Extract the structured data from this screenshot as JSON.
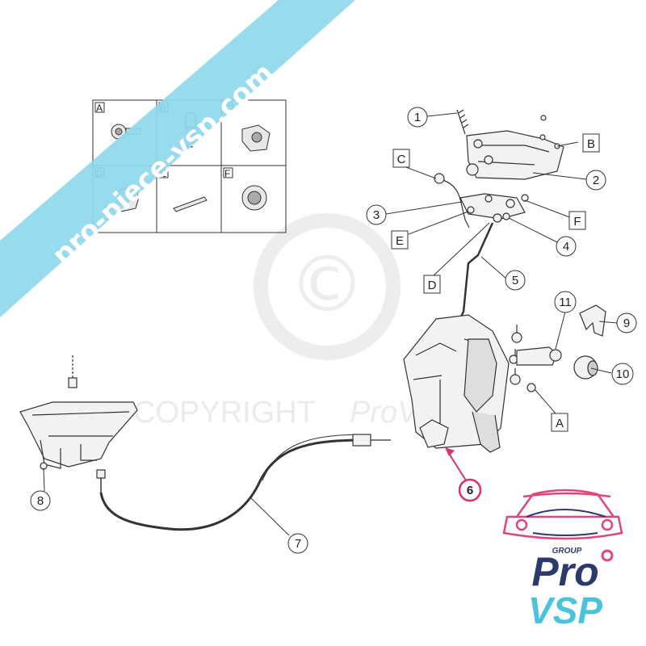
{
  "banner": {
    "text": "pro-piece-vsp.com",
    "color": "#8fd8ea"
  },
  "watermark": {
    "text": "COPYRIGHT",
    "brand": "ProVSP",
    "symbol": "©"
  },
  "legend_table": {
    "cells": [
      "A",
      "B",
      "C",
      "D",
      "E",
      "F"
    ]
  },
  "callouts": {
    "c1": "1",
    "c2": "2",
    "c3": "3",
    "c4": "4",
    "c5": "5",
    "c6": "6",
    "c7": "7",
    "c8": "8",
    "c9": "9",
    "c10": "10",
    "c11": "11",
    "bB": "B",
    "bC": "C",
    "bE": "E",
    "bF": "F",
    "bD": "D",
    "bA": "A"
  },
  "highlight_color": "#d6336c",
  "logo": {
    "group": "GROUP",
    "pro": "Pro",
    "vsp": "VSP",
    "pink": "#e0467c",
    "navy": "#2b3a6b",
    "cyan": "#4cc3dd"
  }
}
